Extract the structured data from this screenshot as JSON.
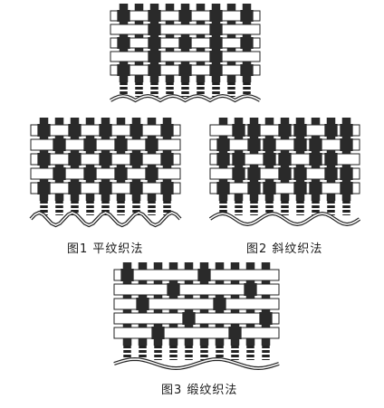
{
  "figures": [
    {
      "id": "top",
      "caption": ""
    },
    {
      "id": "plain",
      "caption": "图1  平纹织法"
    },
    {
      "id": "twill",
      "caption": "图2  斜纹织法"
    },
    {
      "id": "satin",
      "caption": "图3  缎纹织法"
    }
  ],
  "colors": {
    "warp": "#2a2a2a",
    "weft": "#ffffff",
    "outline": "#222222"
  }
}
